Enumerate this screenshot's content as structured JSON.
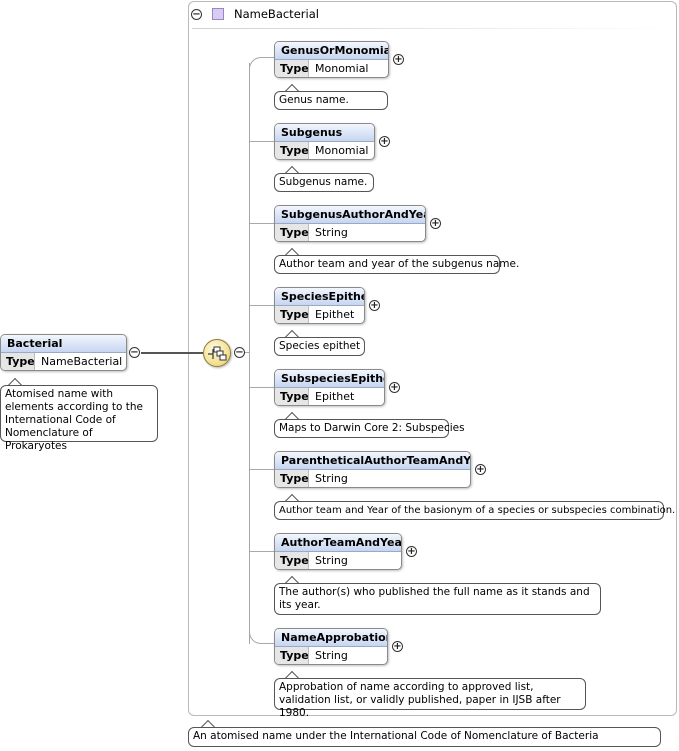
{
  "root": {
    "name": "Bacterial",
    "type_label": "Type",
    "type_value": "NameBacterial",
    "doc": "Atomised name with elements according to the International Code of Nomenclature of Prokaryotes"
  },
  "group": {
    "title": "NameBacterial",
    "doc": "An atomised name under the International Code of Nomenclature of Bacteria"
  },
  "children": [
    {
      "name": "GenusOrMonomial",
      "type_label": "Type",
      "type_value": "Monomial",
      "doc": "Genus name."
    },
    {
      "name": "Subgenus",
      "type_label": "Type",
      "type_value": "Monomial",
      "doc": "Subgenus name."
    },
    {
      "name": "SubgenusAuthorAndYear",
      "type_label": "Type",
      "type_value": "String",
      "doc": "Author team and year of the subgenus name."
    },
    {
      "name": "SpeciesEpithet",
      "type_label": "Type",
      "type_value": "Epithet",
      "doc": "Species epithet"
    },
    {
      "name": "SubspeciesEpithet",
      "type_label": "Type",
      "type_value": "Epithet",
      "doc": "Maps to Darwin Core 2: Subspecies"
    },
    {
      "name": "ParentheticalAuthorTeamAndYear",
      "type_label": "Type",
      "type_value": "String",
      "doc": "Author team and Year of the basionym of a species or subspecies combination."
    },
    {
      "name": "AuthorTeamAndYear",
      "type_label": "Type",
      "type_value": "String",
      "doc": "The author(s) who published the full name as it stands and its year."
    },
    {
      "name": "NameApprobation",
      "type_label": "Type",
      "type_value": "String",
      "doc": "Approbation of name according to approved list, validation list, or validly published, paper in IJSB after 1980."
    }
  ],
  "icons": {
    "collapse": "minus-circle-icon",
    "expand": "plus-circle-icon",
    "sequence": "sequence-compositor-icon",
    "complex_type": "complex-type-icon"
  },
  "colors": {
    "header_gradient_top": "#f2f6fd",
    "header_gradient_bottom": "#c6d5f0",
    "type_icon": "#d9ccf2",
    "sequence": "#f0dd8a"
  }
}
